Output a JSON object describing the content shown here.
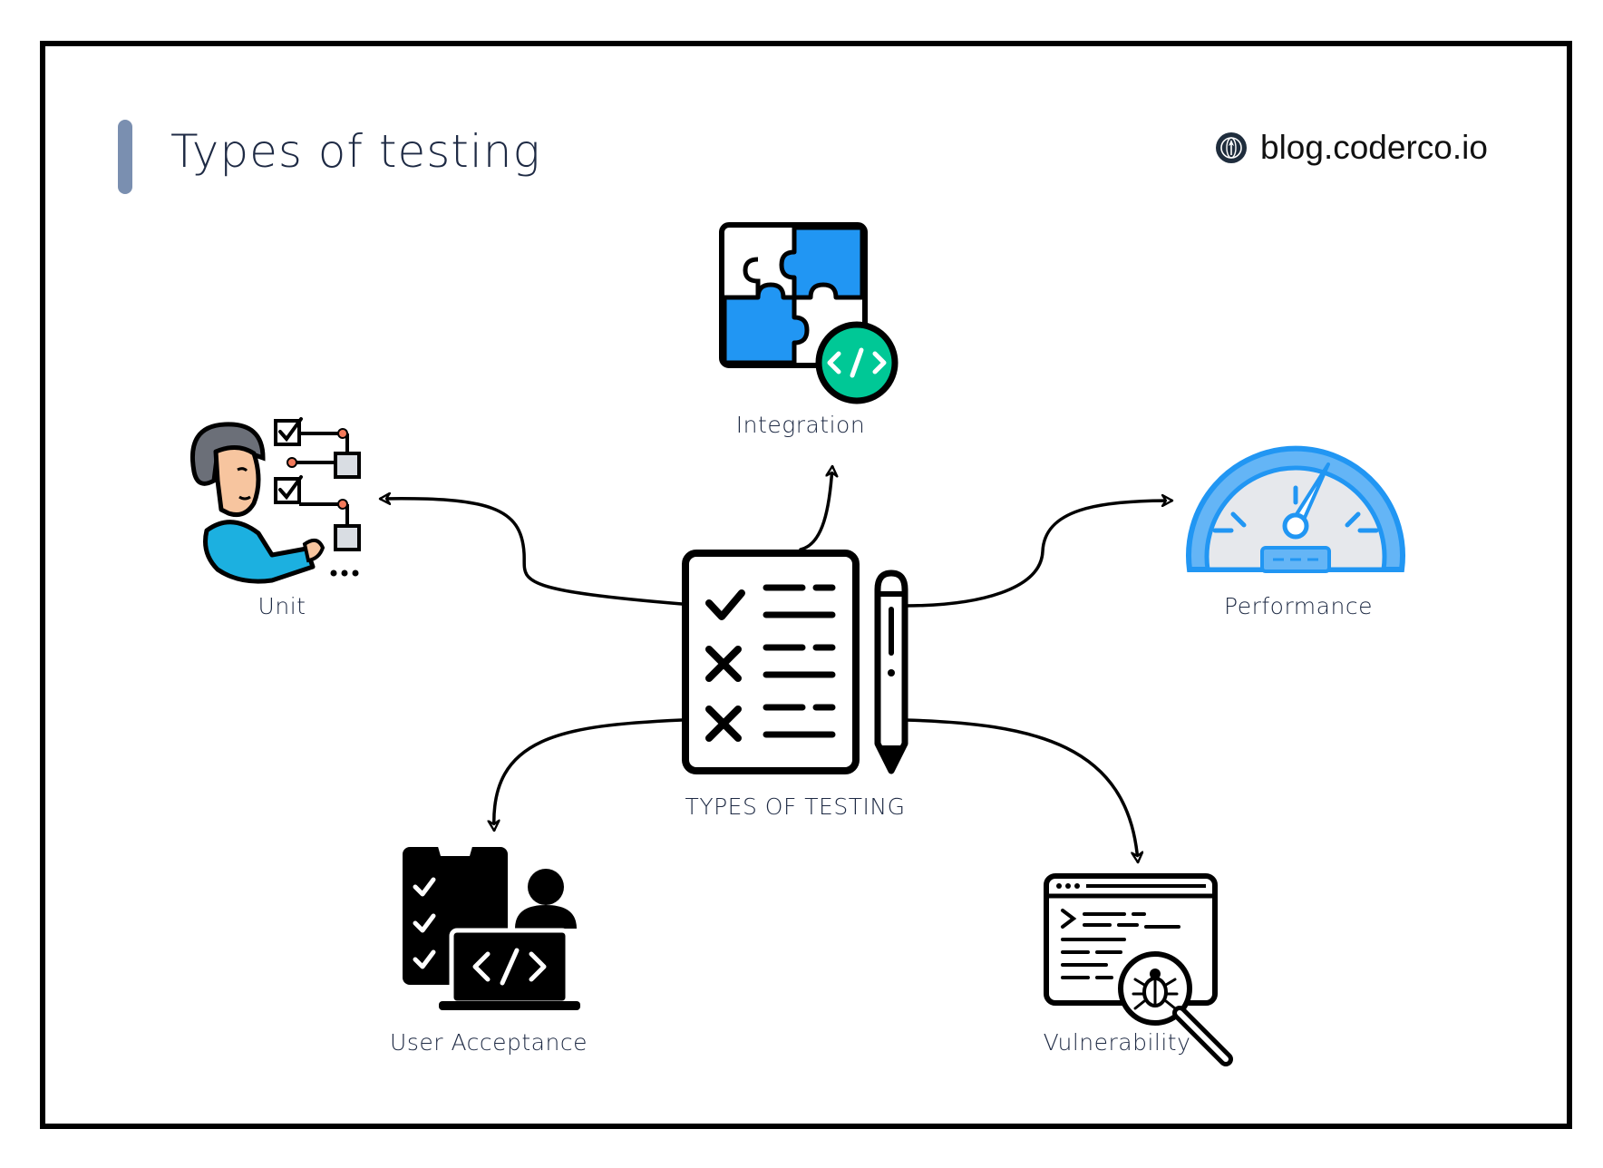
{
  "header": {
    "title": "Types of testing",
    "brand": "blog.coderco.io",
    "brand_logo_icon": "rocket-globe-icon",
    "accent_color": "#7a8fb0"
  },
  "center": {
    "label": "TYPES OF TESTING",
    "icon": "checklist-pencil-icon"
  },
  "nodes": {
    "unit": {
      "label": "Unit",
      "icon": "person-flowchart-icon"
    },
    "integration": {
      "label": "Integration",
      "icon": "puzzle-code-icon"
    },
    "performance": {
      "label": "Performance",
      "icon": "speedometer-icon"
    },
    "user_acceptance": {
      "label": "User Acceptance",
      "icon": "clipboard-laptop-user-icon"
    },
    "vulnerability": {
      "label": "Vulnerability",
      "icon": "terminal-bug-search-icon"
    }
  },
  "colors": {
    "blue": "#2196f3",
    "light_blue": "#64b5f6",
    "teal": "#00c896",
    "ink": "#000000",
    "label_ink": "#1e2a44"
  }
}
